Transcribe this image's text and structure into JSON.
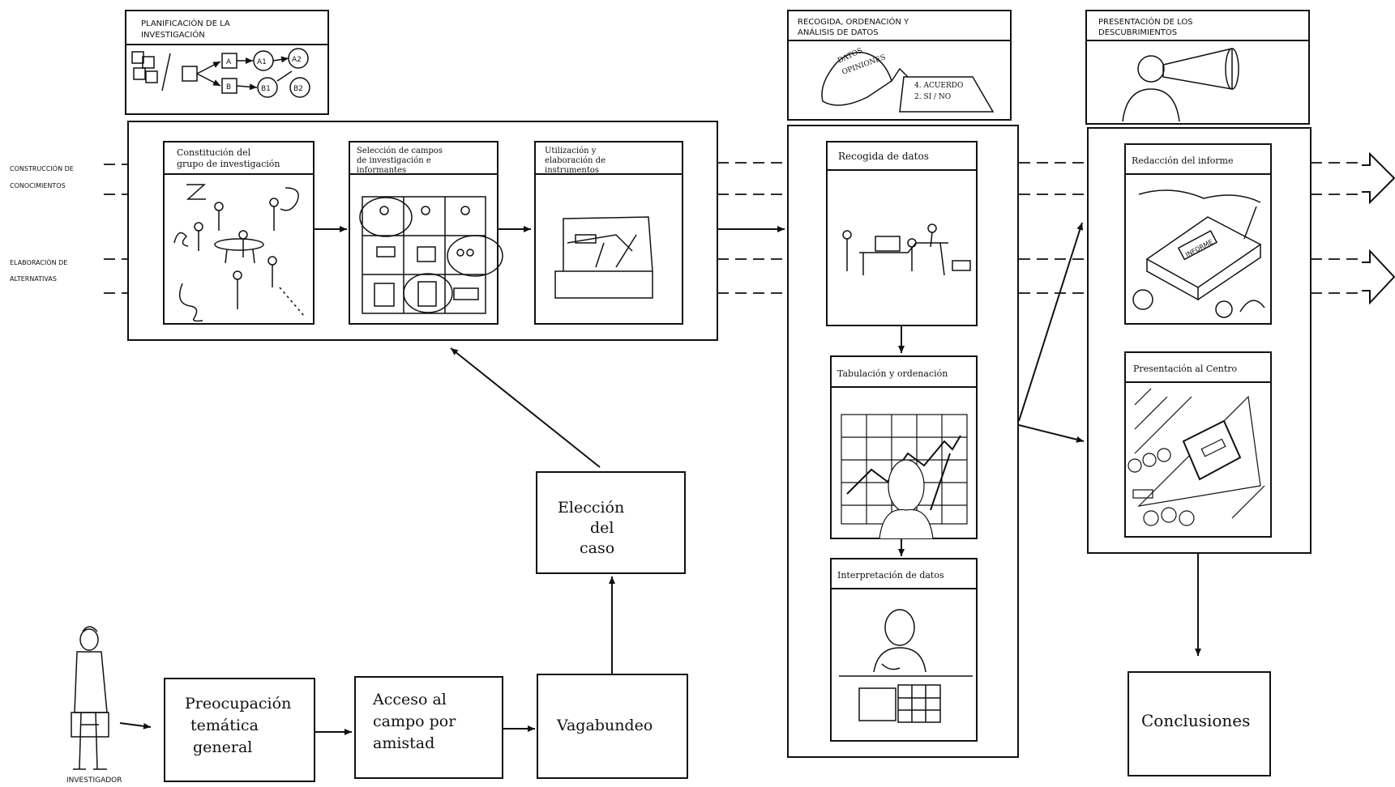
{
  "colors": {
    "ink": "#111111",
    "paper": "#ffffff"
  },
  "side_labels": {
    "construccion": [
      "CONSTRUCCIÓN DE",
      "CONOCIMIENTOS"
    ],
    "elaboracion": [
      "ELABORACIÓN DE",
      "ALTERNATIVAS"
    ]
  },
  "phases": {
    "planificacion": {
      "title": [
        "PLANIFICACIÓN DE LA",
        "INVESTIGACIÓN"
      ]
    },
    "recogida": {
      "title": [
        "RECOGIDA, ORDENACIÓN Y",
        "ANÁLISIS DE DATOS"
      ]
    },
    "presentacion": {
      "title": [
        "PRESENTACIÓN DE LOS",
        "DESCUBRIMIENTOS"
      ]
    }
  },
  "steps": {
    "constitucion": [
      "Constitución del",
      "grupo de investigación"
    ],
    "seleccion": [
      "Selección de campos",
      "de investigación e",
      "informantes"
    ],
    "utilizacion": [
      "Utilización y",
      "elaboración de",
      "instrumentos"
    ],
    "recogida_datos": [
      "Recogida de datos"
    ],
    "tabulacion": [
      "Tabulación y ordenación"
    ],
    "interpretacion": [
      "Interpretación de datos"
    ],
    "redaccion": [
      "Redacción del informe"
    ],
    "presentacion_centro": [
      "Presentación al Centro"
    ]
  },
  "flow": {
    "preocupacion": [
      "Preocupación",
      "temática",
      "general"
    ],
    "acceso": [
      "Acceso al",
      "campo por",
      "amistad"
    ],
    "vagabundeo": [
      "Vagabundeo"
    ],
    "eleccion": [
      "Elección",
      "del",
      "caso"
    ],
    "conclusiones": [
      "Conclusiones"
    ]
  },
  "drawing_text": {
    "icon_letters": [
      "A",
      "B",
      "A1",
      "A2",
      "B1",
      "B2"
    ],
    "datos_bag": [
      "DATOS",
      "OPINIONES"
    ],
    "datos_sign": [
      "4. ACUERDO",
      "2. SI / NO"
    ],
    "informe": "INFORME"
  },
  "investigador_label": "INVESTIGADOR"
}
